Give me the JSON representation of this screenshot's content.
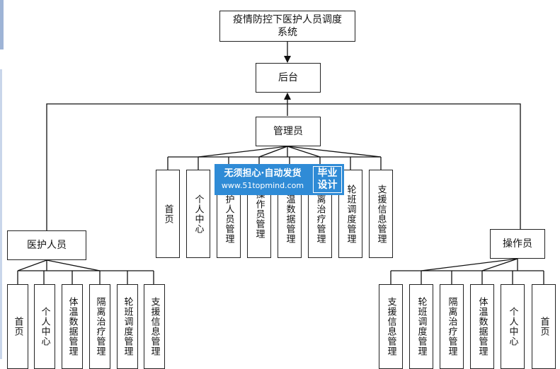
{
  "title_line1": "疫情防控下医护人员调度",
  "title_line2": "系统",
  "backend": "后台",
  "admin": {
    "label": "管理员",
    "children": [
      "首页",
      "个人中心",
      "医护人员管理",
      "操作员管理",
      "体温数据管理",
      "隔离治疗管理",
      "轮班调度管理",
      "支援信息管理"
    ]
  },
  "medical": {
    "label": "医护人员",
    "children": [
      "首页",
      "个人中心",
      "体温数据管理",
      "隔离治疗管理",
      "轮班调度管理",
      "支援信息管理"
    ]
  },
  "operator": {
    "label": "操作员",
    "children": [
      "支援信息管理",
      "轮班调度管理",
      "隔离治疗管理",
      "体温数据管理",
      "个人中心",
      "首页"
    ]
  },
  "watermark": {
    "line1": "无须担心·自动发货",
    "line2": "www.51topmind.com",
    "badge_line1": "毕业",
    "badge_line2": "设计"
  }
}
